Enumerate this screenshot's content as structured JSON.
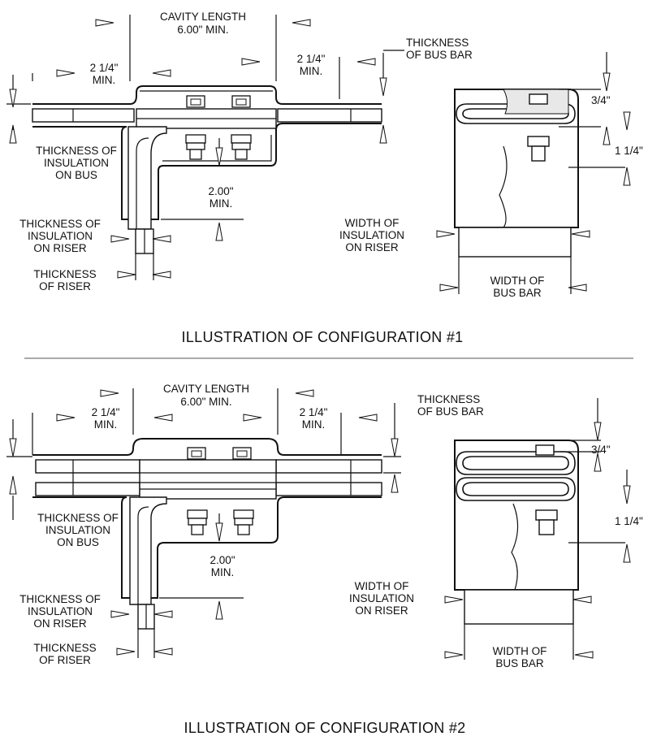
{
  "config1": {
    "cavity_length": [
      "CAVITY LENGTH",
      "6.00\" MIN."
    ],
    "left_min": [
      "2 1/4\"",
      "MIN."
    ],
    "right_min": [
      "2 1/4\"",
      "MIN."
    ],
    "thickness_bus_bar": [
      "THICKNESS",
      "OF BUS BAR"
    ],
    "thickness_insulation_bus": [
      "THICKNESS OF",
      "INSULATION",
      "ON BUS"
    ],
    "riser_min": [
      "2.00\"",
      "MIN."
    ],
    "thickness_insulation_riser": [
      "THICKNESS OF",
      "INSULATION",
      "ON RISER"
    ],
    "thickness_riser": [
      "THICKNESS",
      "OF RISER"
    ],
    "dim_three_quarter": "3/4\"",
    "dim_one_quarter": "1 1/4\"",
    "width_insulation_riser": [
      "WIDTH OF",
      "INSULATION",
      "ON RISER"
    ],
    "width_bus_bar": [
      "WIDTH OF",
      "BUS BAR"
    ],
    "caption": "ILLUSTRATION OF CONFIGURATION #1"
  },
  "config2": {
    "cavity_length": [
      "CAVITY LENGTH",
      "6.00\" MIN."
    ],
    "left_min": [
      "2 1/4\"",
      "MIN."
    ],
    "right_min": [
      "2 1/4\"",
      "MIN."
    ],
    "thickness_bus_bar": [
      "THICKNESS",
      "OF BUS BAR"
    ],
    "thickness_insulation_bus": [
      "THICKNESS OF",
      "INSULATION",
      "ON BUS"
    ],
    "riser_min": [
      "2.00\"",
      "MIN."
    ],
    "thickness_insulation_riser": [
      "THICKNESS OF",
      "INSULATION",
      "ON RISER"
    ],
    "thickness_riser": [
      "THICKNESS",
      "OF RISER"
    ],
    "dim_three_quarter": "3/4\"",
    "dim_one_quarter": "1 1/4\"",
    "width_insulation_riser": [
      "WIDTH OF",
      "INSULATION",
      "ON RISER"
    ],
    "width_bus_bar": [
      "WIDTH OF",
      "BUS BAR"
    ],
    "caption": "ILLUSTRATION OF CONFIGURATION #2"
  }
}
